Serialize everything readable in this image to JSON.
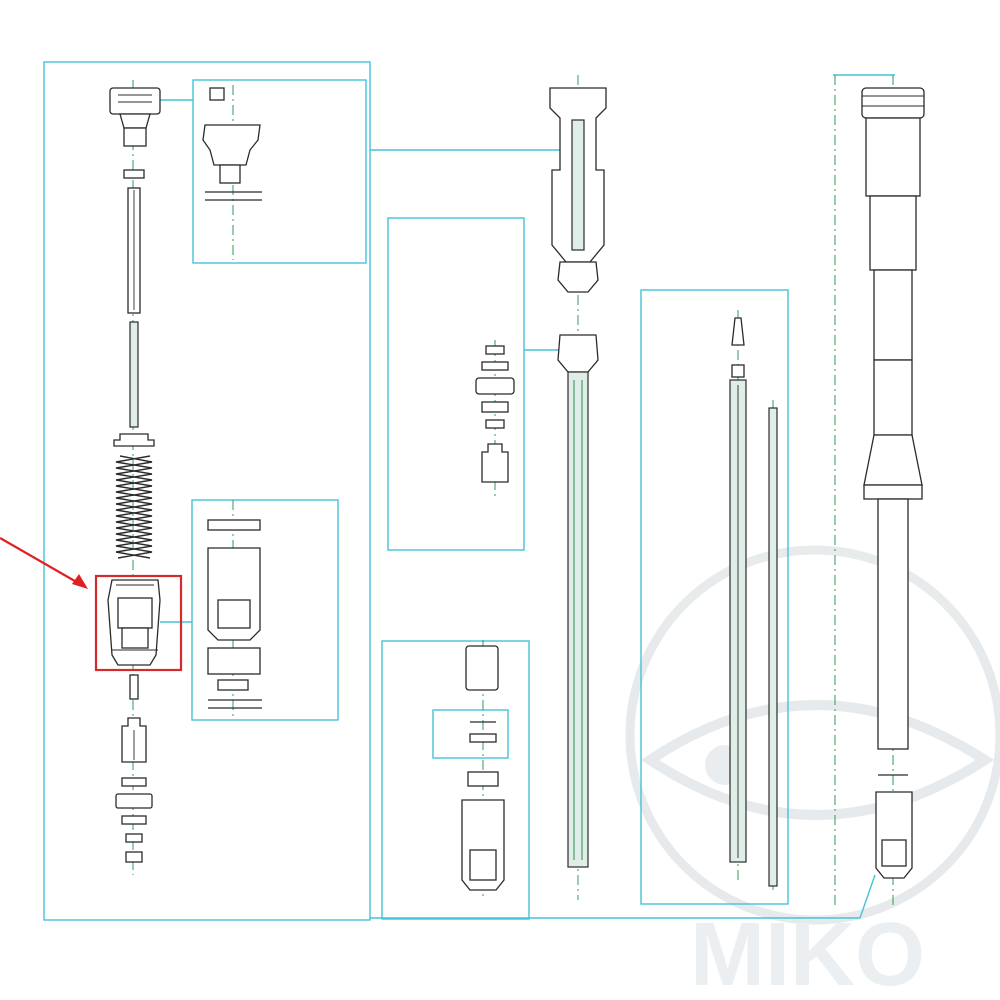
{
  "diagram": {
    "kind": "exploded-parts-view",
    "colors": {
      "callout_frame": "#45c3d6",
      "highlight_box": "#d62a2a",
      "pointer_arrow": "#e02020",
      "center_axis": "#2f9b5a",
      "part_outline": "#2b2b2b",
      "watermark": "#cfd6d9"
    },
    "watermark": {
      "text": "MIKO",
      "style": "faint-eye-logo"
    },
    "highlight": {
      "target": "cartridge-valve-assembly",
      "marker": "red-arrow"
    }
  }
}
